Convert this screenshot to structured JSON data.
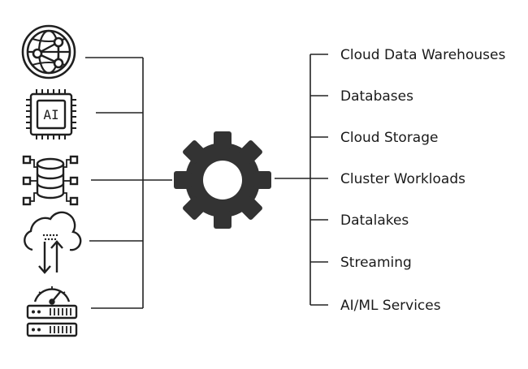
{
  "sources": [
    {
      "icon": "globe-network-icon"
    },
    {
      "icon": "ai-chip-icon",
      "chip_text": "AI"
    },
    {
      "icon": "database-nodes-icon"
    },
    {
      "icon": "cloud-transfer-icon"
    },
    {
      "icon": "server-gauge-icon"
    }
  ],
  "hub": {
    "icon": "gear-icon"
  },
  "targets": [
    {
      "label": "Cloud Data Warehouses"
    },
    {
      "label": "Databases"
    },
    {
      "label": "Cloud Storage"
    },
    {
      "label": "Cluster Workloads"
    },
    {
      "label": "Datalakes"
    },
    {
      "label": "Streaming"
    },
    {
      "label": "AI/ML Services"
    }
  ],
  "colors": {
    "line": "#222222",
    "icon": "#1f1f1f",
    "gear": "#333333"
  }
}
